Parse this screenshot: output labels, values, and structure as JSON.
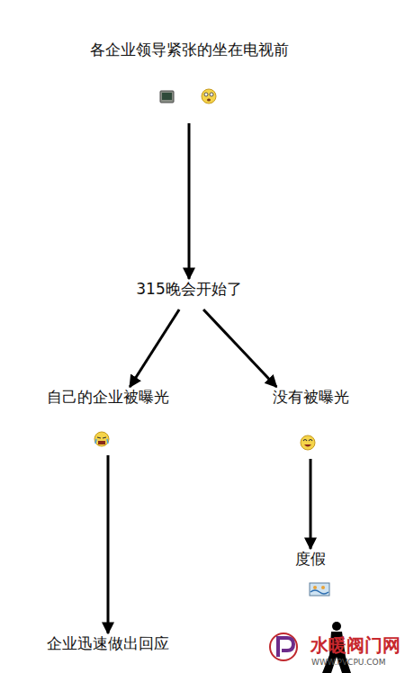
{
  "diagram": {
    "nodes": [
      {
        "text": [
          "各企业领导紧张的坐在电视前"
        ]
      },
      {
        "text": [
          "315晚会开始了"
        ]
      },
      {
        "text": [
          "自己的企业被曝光"
        ]
      },
      {
        "text": [
          "没有被曝光"
        ]
      },
      {
        "text": [
          "度假"
        ]
      },
      {
        "text": [
          "企业迅速做出回应"
        ]
      }
    ],
    "edges": [
      {
        "from": 0,
        "to": 1,
        "arrow": "to"
      },
      {
        "from": 1,
        "to": 2,
        "arrow": "to"
      },
      {
        "from": 1,
        "to": 3,
        "arrow": "to"
      },
      {
        "from": 2,
        "to": 5,
        "arrow": "to"
      },
      {
        "from": 3,
        "to": 4,
        "arrow": "to"
      }
    ],
    "labels": [
      "水暖阀门网",
      "WWW.PVCPU.COM"
    ]
  }
}
